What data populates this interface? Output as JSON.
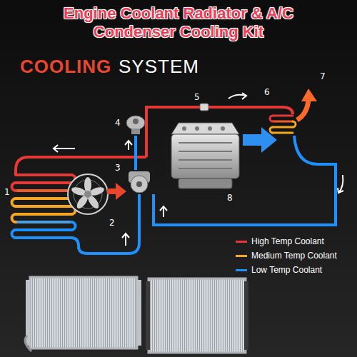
{
  "diagram": {
    "title": "Engine Coolant Radiator & A/C Condenser Cooling Kit",
    "labels": [
      "COOLING",
      "SYSTEM",
      "1",
      "2",
      "3",
      "4",
      "5",
      "6",
      "7",
      "8"
    ],
    "legend": [
      {
        "text": "High Temp Coolant",
        "color": "#e53935"
      },
      {
        "text": "Medium Temp Coolant",
        "color": "#f5a623"
      },
      {
        "text": "Low Temp Coolant",
        "color": "#1e90ff"
      }
    ]
  }
}
